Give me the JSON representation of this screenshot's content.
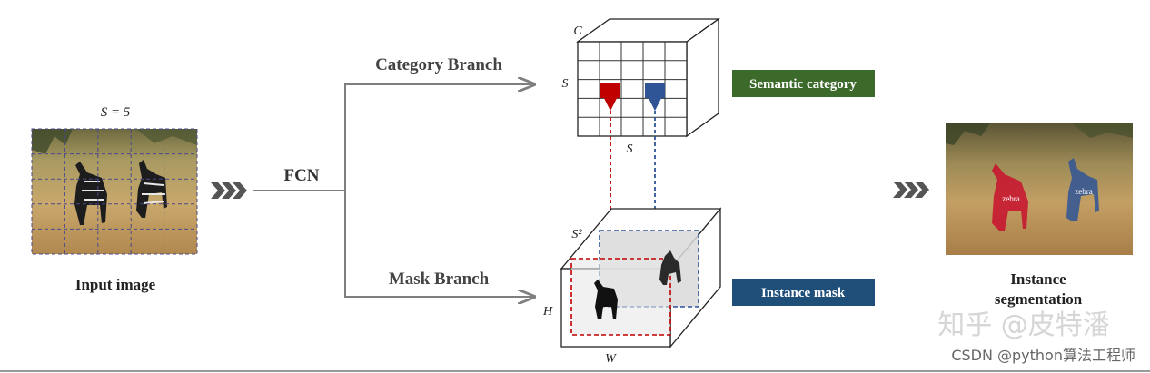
{
  "input": {
    "grid_label": "S = 5",
    "caption": "Input image"
  },
  "fcn_label": "FCN",
  "category_branch": {
    "label": "Category Branch",
    "dim_c": "C",
    "dim_s_side": "S",
    "dim_s_bottom": "S",
    "output_label": "Semantic category"
  },
  "mask_branch": {
    "label": "Mask Branch",
    "dim_s2": "S²",
    "dim_h": "H",
    "dim_w": "W",
    "output_label": "Instance mask"
  },
  "output": {
    "caption_line1": "Instance",
    "caption_line2": "segmentation",
    "label_a": "zebra",
    "label_b": "zebra"
  },
  "watermark": {
    "zhihu": "知乎 @皮特潘",
    "csdn": "CSDN @python算法工程师"
  },
  "colors": {
    "semantic_box": "#3c6a2b",
    "instance_box": "#1f4e79",
    "red_cell": "#c00000",
    "blue_cell": "#2f5597"
  }
}
